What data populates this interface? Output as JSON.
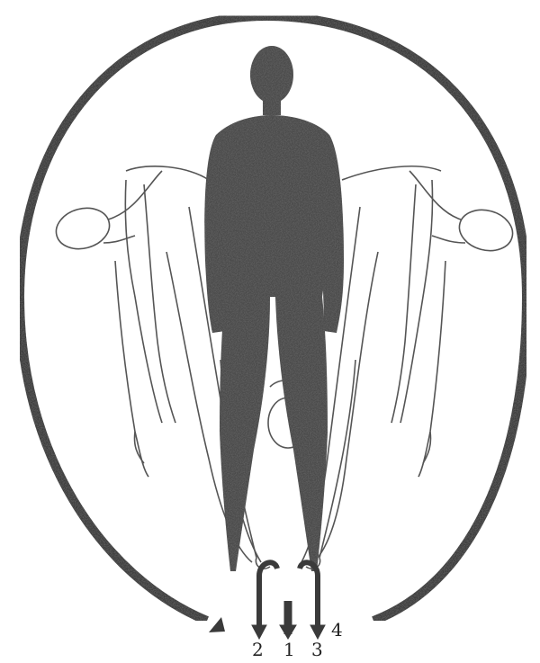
{
  "labels": {
    "arrow_2": "2",
    "arrow_1": "1",
    "arrow_3": "3",
    "arrow_4": "4"
  },
  "colors": {
    "ink": "#3a3a3a",
    "stipple_dark": "#4a4a4a",
    "outline": "#555555",
    "background": "#ffffff"
  },
  "icons": [
    "circular-arrow-icon",
    "down-arrow-icon"
  ]
}
